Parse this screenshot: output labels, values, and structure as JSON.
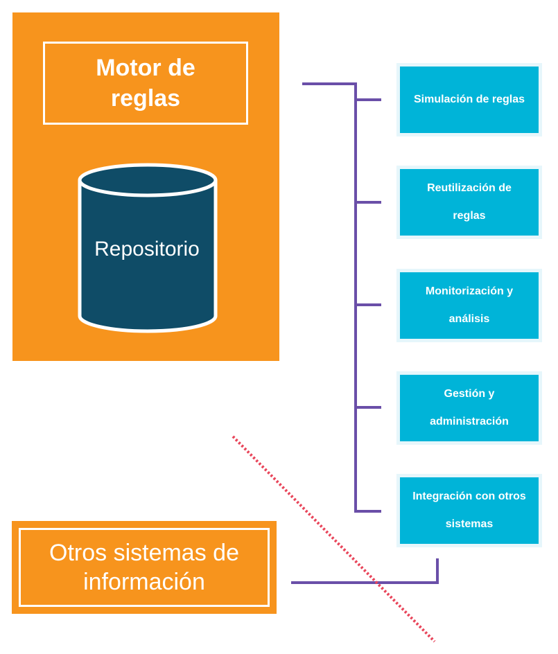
{
  "engine": {
    "title": "Motor de reglas",
    "repository_label": "Repositorio"
  },
  "features": [
    {
      "label": "Simulación de reglas"
    },
    {
      "label": "Reutilización de reglas"
    },
    {
      "label": "Monitorización y análisis"
    },
    {
      "label": "Gestión y administración"
    },
    {
      "label": "Integración con otros sistemas"
    }
  ],
  "other_systems": {
    "label": "Otros sistemas de información"
  },
  "colors": {
    "orange": "#f7941d",
    "teal": "#00b4d8",
    "db_fill": "#0f4c67",
    "connector": "#6a4fa8",
    "dotted_line": "#e8455a"
  }
}
